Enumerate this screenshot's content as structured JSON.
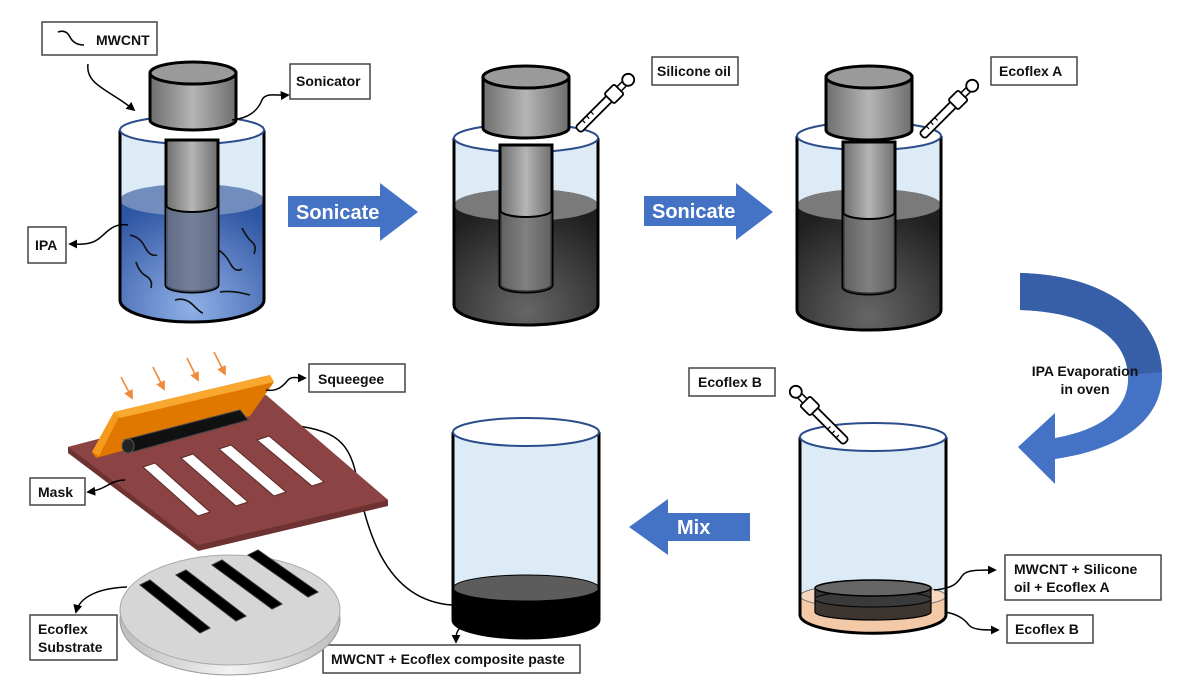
{
  "title": "MWCNT + Ecoflex composite paste fabrication process",
  "colors": {
    "arrow_blue": "#4472C4",
    "arrow_blue_dark": "#365FA8",
    "glass": "#DDEBF7",
    "ipa_liquid": "#3F67B4",
    "dark_mix": "#333333",
    "ecoflex_b": "#F4C9A8",
    "mask": "#8B4343",
    "squeegee": "#F08C10",
    "substrate": "#D9D9D9",
    "press_arrows": "#F08A3C"
  },
  "steps": {
    "step1": {
      "labels": {
        "mwcnt": "MWCNT",
        "sonicator": "Sonicator",
        "ipa": "IPA"
      }
    },
    "arrow1": {
      "label": "Sonicate",
      "direction": "right"
    },
    "step2": {
      "labels": {
        "additive": "Silicone oil"
      }
    },
    "arrow2": {
      "label": "Sonicate",
      "direction": "right"
    },
    "step3": {
      "labels": {
        "additive": "Ecoflex A"
      }
    },
    "arrow3": {
      "label_line1": "IPA Evaporation",
      "label_line2": "in oven",
      "direction": "curved-down-left"
    },
    "step4": {
      "labels": {
        "additive": "Ecoflex B",
        "layer_top_line1": "MWCNT + Silicone",
        "layer_top_line2": "oil + Ecoflex A",
        "layer_bottom": "Ecoflex B"
      }
    },
    "arrow4": {
      "label": "Mix",
      "direction": "left"
    },
    "step5": {
      "labels": {
        "paste": "MWCNT + Ecoflex composite paste"
      }
    },
    "step6": {
      "labels": {
        "squeegee": "Squeegee",
        "mask": "Mask",
        "substrate_line1": "Ecoflex",
        "substrate_line2": "Substrate"
      },
      "mask_slots": 4,
      "printed_stripes": 4,
      "press_arrows": 4
    }
  }
}
